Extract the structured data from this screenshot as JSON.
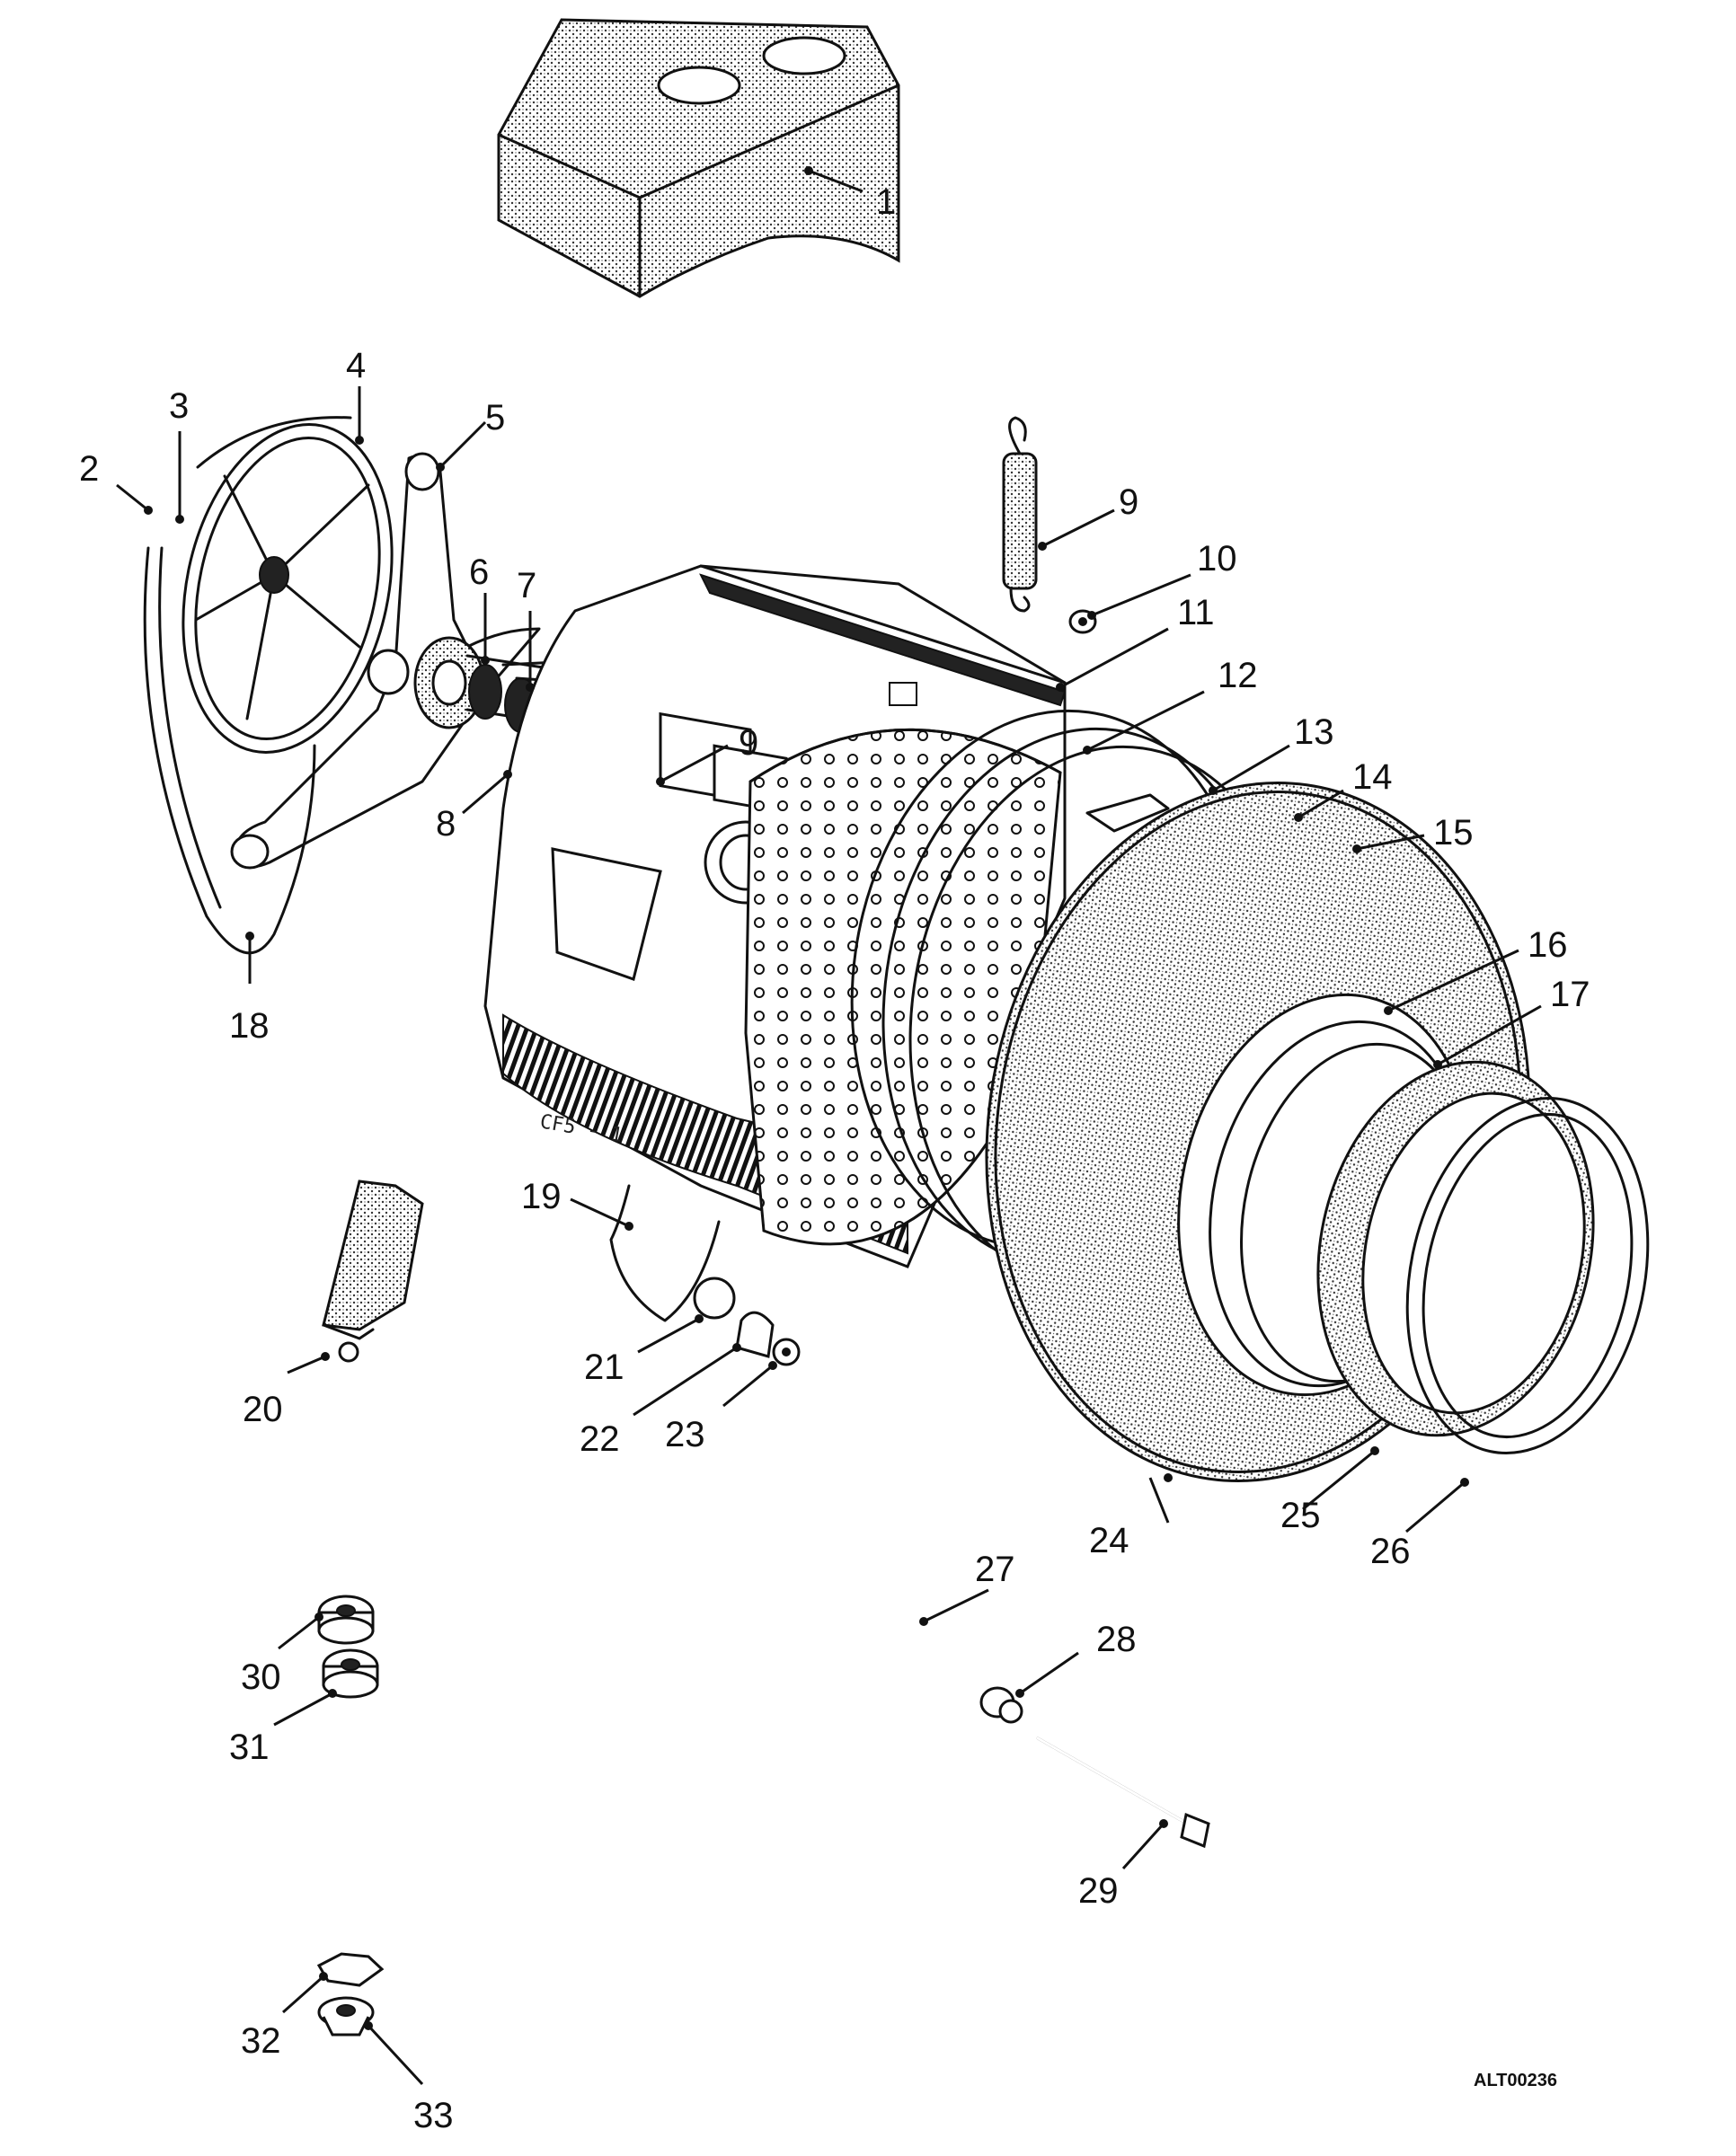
{
  "reference_code": "ALT00236",
  "drum_inscription": "CF5 - 1",
  "callouts": [
    {
      "id": "1",
      "label": "1"
    },
    {
      "id": "2",
      "label": "2"
    },
    {
      "id": "3",
      "label": "3"
    },
    {
      "id": "4",
      "label": "4"
    },
    {
      "id": "5",
      "label": "5"
    },
    {
      "id": "6",
      "label": "6"
    },
    {
      "id": "7",
      "label": "7"
    },
    {
      "id": "8",
      "label": "8"
    },
    {
      "id": "9a",
      "label": "9"
    },
    {
      "id": "9b",
      "label": "9"
    },
    {
      "id": "10",
      "label": "10"
    },
    {
      "id": "11",
      "label": "11"
    },
    {
      "id": "12",
      "label": "12"
    },
    {
      "id": "13",
      "label": "13"
    },
    {
      "id": "14",
      "label": "14"
    },
    {
      "id": "15",
      "label": "15"
    },
    {
      "id": "16",
      "label": "16"
    },
    {
      "id": "17",
      "label": "17"
    },
    {
      "id": "18",
      "label": "18"
    },
    {
      "id": "19",
      "label": "19"
    },
    {
      "id": "20",
      "label": "20"
    },
    {
      "id": "21",
      "label": "21"
    },
    {
      "id": "22",
      "label": "22"
    },
    {
      "id": "23",
      "label": "23"
    },
    {
      "id": "24",
      "label": "24"
    },
    {
      "id": "25",
      "label": "25"
    },
    {
      "id": "26",
      "label": "26"
    },
    {
      "id": "27",
      "label": "27"
    },
    {
      "id": "28",
      "label": "28"
    },
    {
      "id": "29",
      "label": "29"
    },
    {
      "id": "30",
      "label": "30"
    },
    {
      "id": "31",
      "label": "31"
    },
    {
      "id": "32",
      "label": "32"
    },
    {
      "id": "33",
      "label": "33"
    }
  ]
}
